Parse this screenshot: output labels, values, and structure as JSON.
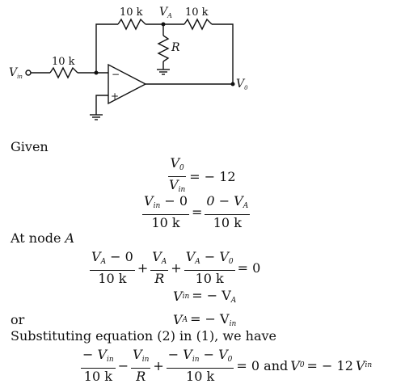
{
  "circuit": {
    "top_left_resistor": "10 k",
    "node_label": "V",
    "node_sub": "A",
    "top_right_resistor": "10 k",
    "shunt_resistor": "R",
    "input_resistor": "10 k",
    "input_label": "V",
    "input_sub": "in",
    "output_label": "V",
    "output_sub": "0",
    "minus_sign": "−",
    "plus_sign": "+"
  },
  "text": {
    "given": "Given",
    "at_node": "At node",
    "node_name": "A",
    "or": "or",
    "substituting": "Substituting equation (2) in (1), we have"
  },
  "eq1": {
    "num_v": "V",
    "num_sub": "0",
    "den_v": "V",
    "den_sub": "in",
    "rhs": "= − 12"
  },
  "eq2": {
    "lnum": "V",
    "lnum_sub": "in",
    "lnum_rest": " − 0",
    "lden": "10 k",
    "eq": "=",
    "rnum": "0 − V",
    "rnum_sub": "A",
    "rden": "10 k"
  },
  "eq3": {
    "t1_num": "V",
    "t1_num_sub": "A",
    "t1_num_rest": " − 0",
    "t1_den": "10 k",
    "plus1": "+",
    "t2_num": "V",
    "t2_num_sub": "A",
    "t2_den": "R",
    "plus2": "+",
    "t3_num_a": "V",
    "t3_num_a_sub": "A",
    "t3_num_mid": " − V",
    "t3_num_b_sub": "0",
    "t3_den": "10 k",
    "rhs": "= 0"
  },
  "eq4": {
    "lhs": "V",
    "lhs_sub": "in",
    "rhs": "= − V",
    "rhs_sub": "A"
  },
  "eq5": {
    "lhs": "V",
    "lhs_sub": "A",
    "rhs": "= − V",
    "rhs_sub": "in"
  },
  "eq6": {
    "t1_num": "− V",
    "t1_num_sub": "in",
    "t1_den": "10 k",
    "minus": "−",
    "t2_num": "V",
    "t2_num_sub": "in",
    "t2_den": "R",
    "plus": "+",
    "t3_num_a": "− V",
    "t3_num_a_sub": "in",
    "t3_num_mid": " − V",
    "t3_num_b_sub": "0",
    "t3_den": "10 k",
    "rhs": "= 0 and",
    "v0": "V",
    "v0_sub": "0",
    "v0_rhs": "= − 12",
    "vin": "V",
    "vin_sub": "in"
  }
}
